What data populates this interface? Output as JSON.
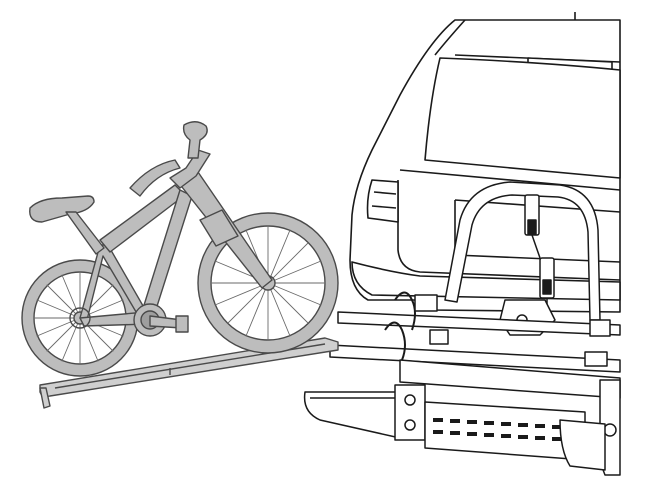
{
  "illustration": {
    "parts": [
      "car-rear",
      "hitch-bike-carrier",
      "loading-ramp",
      "bicycle"
    ],
    "colors": {
      "line": "#1a1a1a",
      "bike_fill": "#bdbdbd",
      "bike_stroke": "#4a4a4a",
      "ramp_fill": "#cfcfcf",
      "carrier_fill": "#ffffff",
      "background": "#ffffff"
    }
  }
}
